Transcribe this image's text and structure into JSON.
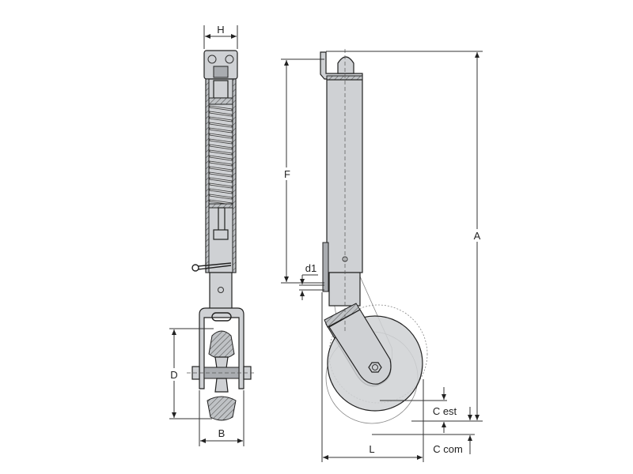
{
  "title": "Spring-loaded swivel jockey wheel – dimension drawing",
  "dimensions": {
    "H": "H",
    "D": "D",
    "B": "B",
    "F": "F",
    "d1": "d1",
    "A": "A",
    "C_est": "C est",
    "C_com": "C com",
    "L": "L"
  },
  "colors": {
    "line": "#222222",
    "fill": "#cfd1d4",
    "shade": "#a9acb0"
  }
}
